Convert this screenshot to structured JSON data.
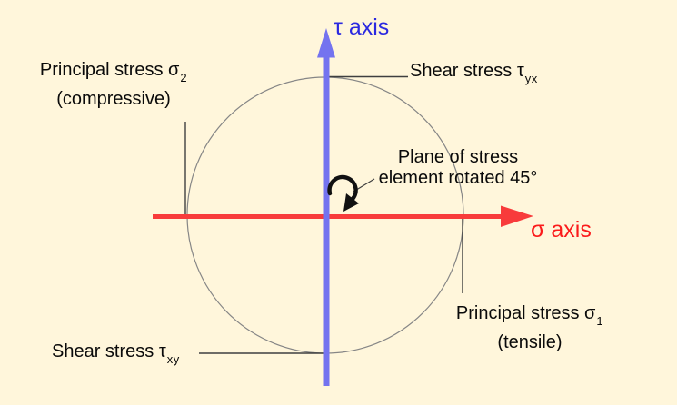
{
  "colors": {
    "background": "#FFF6DB",
    "tau_arrow": "#7473EF",
    "tau_label": "#2B29E0",
    "sigma_arrow": "#F83B3B",
    "sigma_label": "#FB1B1B",
    "circle_stroke": "#868686",
    "connector": "#3F3F3F",
    "annotation_text": "#0A0A0A",
    "rotation_arrow": "#111111"
  },
  "axes": {
    "tau_label": "τ axis",
    "sigma_label": "σ axis"
  },
  "annotations": {
    "principal_2": {
      "text": "Principal stress σ",
      "sub": "2",
      "qualifier": "(compressive)"
    },
    "shear_yx": {
      "text": "Shear stress τ",
      "sub": "yx"
    },
    "plane": {
      "line1": "Plane of stress",
      "line2": "element rotated 45°"
    },
    "principal_1": {
      "text": "Principal stress σ",
      "sub": "1",
      "qualifier": "(tensile)"
    },
    "shear_xy": {
      "text": "Shear stress τ",
      "sub": "xy"
    }
  }
}
